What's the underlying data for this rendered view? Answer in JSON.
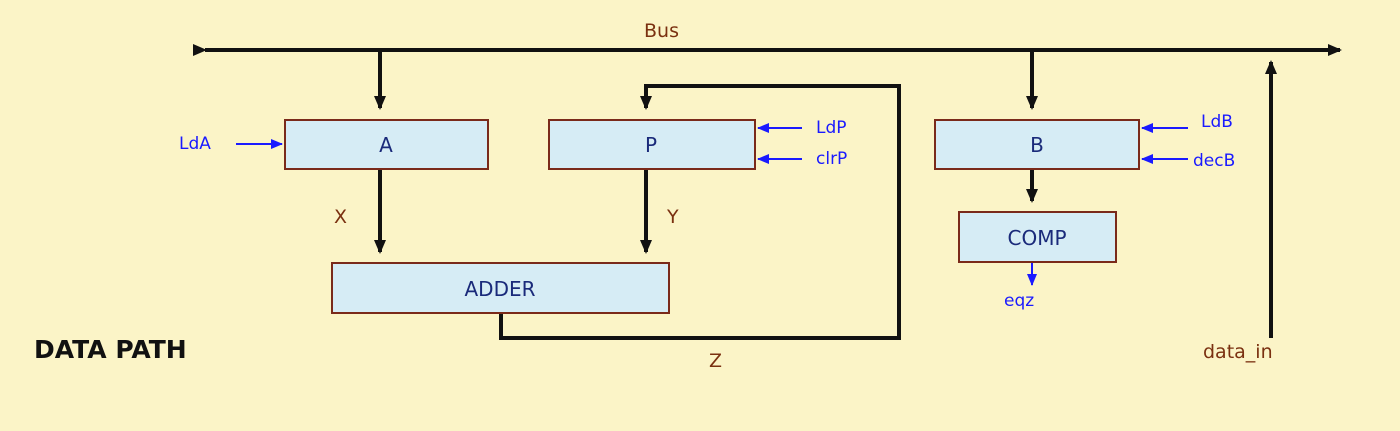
{
  "title": "DATA PATH",
  "bus_label": "Bus",
  "data_in_label": "data_in",
  "registers": {
    "a": "A",
    "p": "P",
    "b": "B",
    "adder": "ADDER",
    "comp": "COMP"
  },
  "signals": {
    "x": "X",
    "y": "Y",
    "z": "Z",
    "eqz": "eqz"
  },
  "controls": {
    "lda": "LdA",
    "ldp": "LdP",
    "clrp": "clrP",
    "ldb": "LdB",
    "decb": "decB"
  },
  "colors": {
    "background": "#fbf4c7",
    "box_fill": "#d6ecf5",
    "box_border": "#7a2a1a",
    "control_blue": "#1a1aff",
    "wire": "#111111"
  }
}
